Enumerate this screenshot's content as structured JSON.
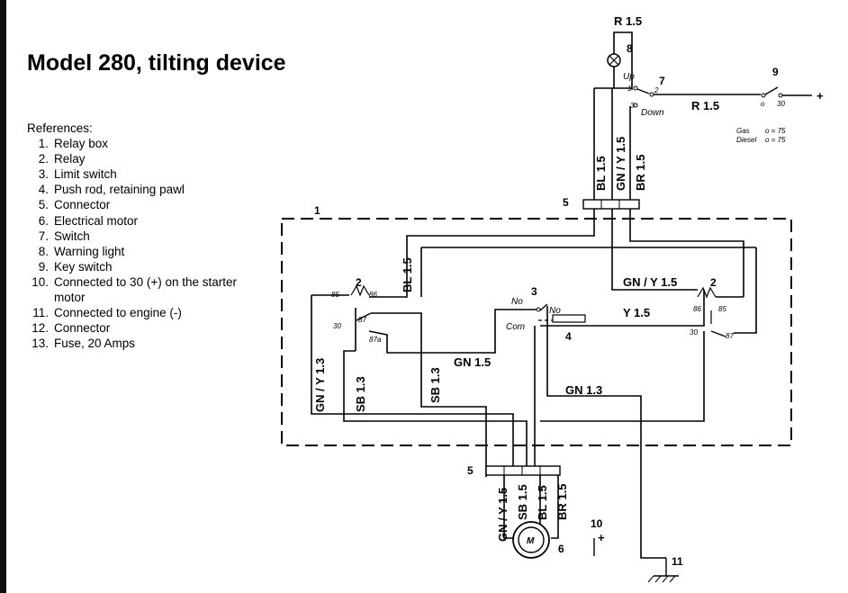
{
  "title": "Model 280, tilting device",
  "references": {
    "heading": "References:",
    "items": [
      {
        "num": "1.",
        "text": "Relay box"
      },
      {
        "num": "2.",
        "text": "Relay"
      },
      {
        "num": "3.",
        "text": "Limit switch"
      },
      {
        "num": "4.",
        "text": "Push rod, retaining pawl"
      },
      {
        "num": "5.",
        "text": "Connector"
      },
      {
        "num": "6.",
        "text": "Electrical motor"
      },
      {
        "num": "7.",
        "text": "Switch"
      },
      {
        "num": "8.",
        "text": "Warning light"
      },
      {
        "num": "9.",
        "text": "Key switch"
      },
      {
        "num": "10.",
        "text": "Connected to 30 (+) on the starter motor"
      },
      {
        "num": "11.",
        "text": "Connected to engine (-)"
      },
      {
        "num": "12.",
        "text": "Connector"
      },
      {
        "num": "13.",
        "text": "Fuse, 20 Amps"
      }
    ]
  },
  "diagram": {
    "callouts": {
      "n1": "1",
      "n2a": "2",
      "n2b": "2",
      "n3": "3",
      "n4": "4",
      "n5a": "5",
      "n5b": "5",
      "n6": "6",
      "n7": "7",
      "n8": "8",
      "n9": "9",
      "n10": "10",
      "n11": "11"
    },
    "wire_labels": {
      "r15_top": "R 1.5",
      "r15_right": "R 1.5",
      "bl15_top": "BL 1.5",
      "gny15_top": "GN / Y 1.5",
      "br15_top": "BR 1.5",
      "bl15_left": "BL 1.5",
      "gny15_mid": "GN / Y 1.5",
      "y15": "Y 1.5",
      "gn15": "GN 1.5",
      "gn13": "GN 1.3",
      "gny13": "GN / Y 1.3",
      "sb13_left": "SB 1.3",
      "sb13_mid": "SB 1.3",
      "gny15_bot": "GN / Y 1.5",
      "sb15_bot": "SB 1.5",
      "bl15_bot": "BL 1.5",
      "br15_bot": "BR 1.5"
    },
    "terminals": {
      "up": "Up",
      "down": "Down",
      "t1": "1",
      "t2": "2",
      "t3": "3",
      "t30_key": "30",
      "o_key": "o",
      "plus": "+",
      "plus10": "+",
      "gas": "Gas",
      "diesel": "Diesel",
      "gas_val": "o = 75",
      "diesel_val": "o = 75",
      "r85_l": "85",
      "r86_l": "86",
      "r87_l": "87",
      "r30_l": "30",
      "r87a_l": "87a",
      "r86_r": "86",
      "r85_r": "85",
      "r30_r": "30",
      "r87_r": "87",
      "no1": "No",
      "no2": "No",
      "com": "Com",
      "motor": "M"
    }
  }
}
